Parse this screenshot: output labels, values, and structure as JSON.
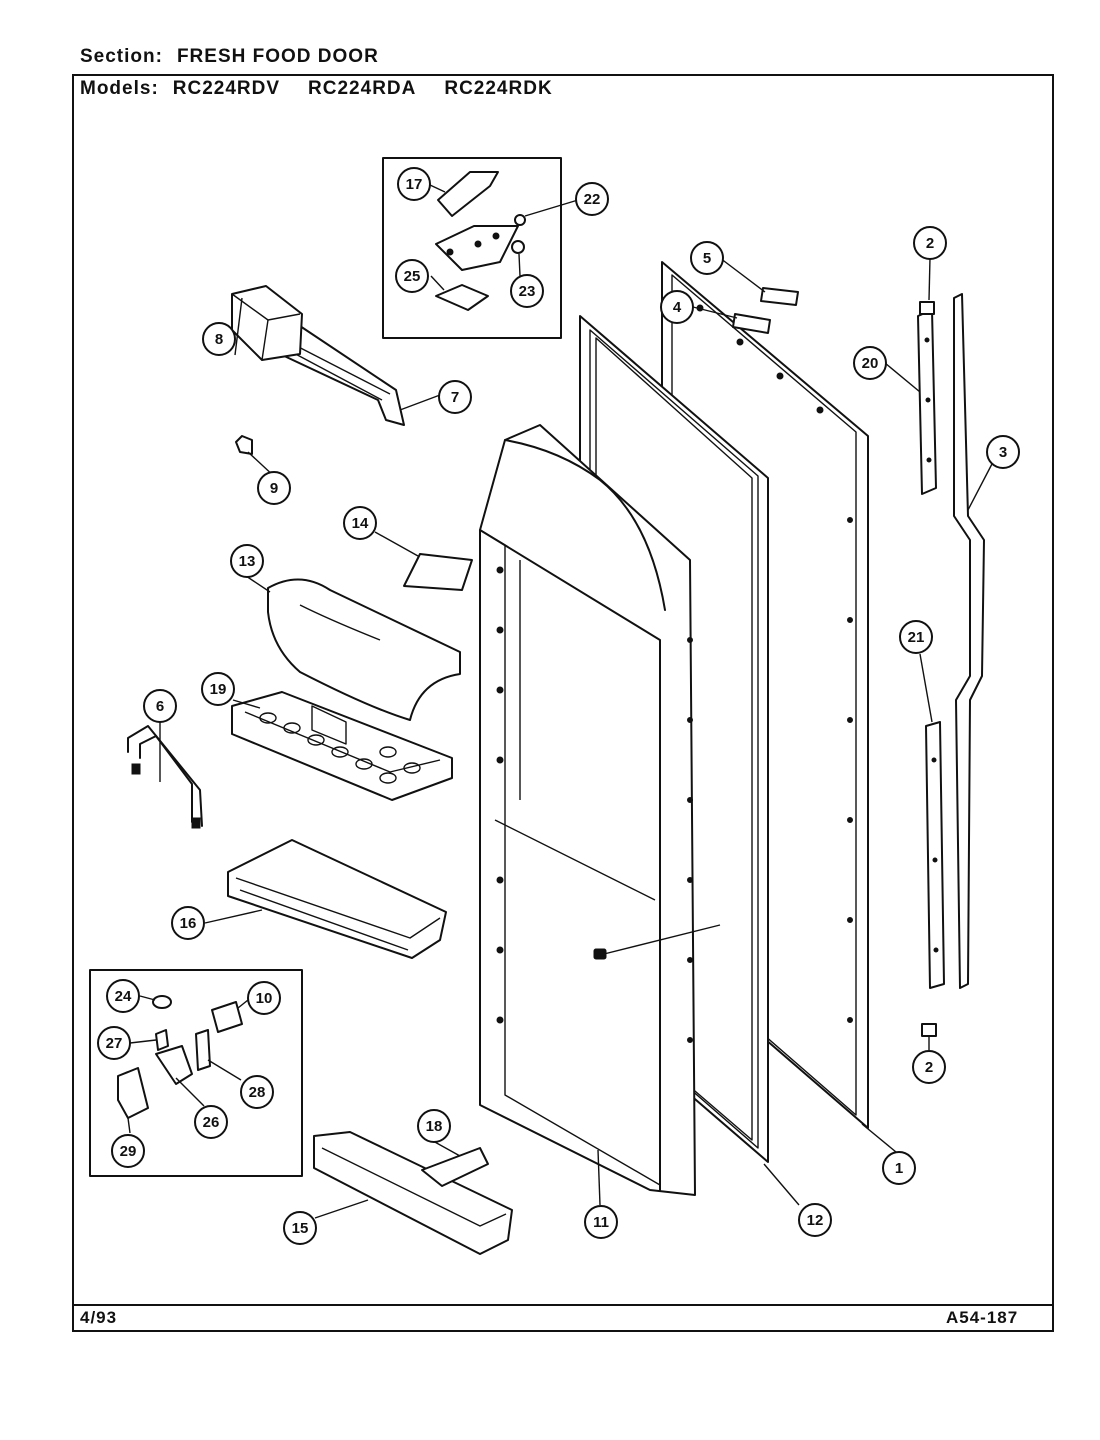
{
  "header": {
    "section_label": "Section:",
    "section_value": "FRESH FOOD DOOR",
    "models_label": "Models:",
    "models": [
      "RC224RDV",
      "RC224RDA",
      "RC224RDK"
    ]
  },
  "footer": {
    "date": "4/93",
    "code": "A54-187"
  },
  "callouts": [
    "1",
    "2",
    "2",
    "3",
    "4",
    "5",
    "6",
    "7",
    "8",
    "9",
    "10",
    "11",
    "12",
    "13",
    "14",
    "15",
    "16",
    "17",
    "18",
    "19",
    "20",
    "21",
    "22",
    "23",
    "24",
    "25",
    "26",
    "27",
    "28",
    "29"
  ]
}
